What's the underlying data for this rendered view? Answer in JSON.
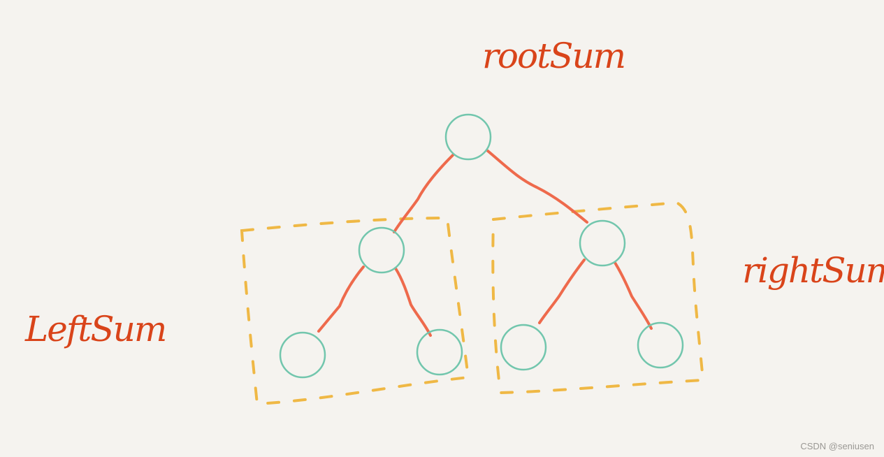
{
  "labels": {
    "root": "rootSum",
    "left": "LeftSum",
    "right": "rightSum"
  },
  "watermark": "CSDN @seniusen",
  "colors": {
    "background": "#f5f3ef",
    "node_stroke": "#72c6ad",
    "edge_stroke": "#ee6a4c",
    "box_stroke": "#efb845",
    "label_text": "#d9441a"
  },
  "tree": {
    "nodes": [
      "root",
      "left",
      "right",
      "left-left",
      "left-right",
      "right-left",
      "right-right"
    ],
    "edges": [
      [
        "root",
        "left"
      ],
      [
        "root",
        "right"
      ],
      [
        "left",
        "left-left"
      ],
      [
        "left",
        "left-right"
      ],
      [
        "right",
        "right-left"
      ],
      [
        "right",
        "right-right"
      ]
    ],
    "groups": [
      {
        "name": "left-subtree",
        "label": "LeftSum"
      },
      {
        "name": "right-subtree",
        "label": "rightSum"
      }
    ]
  }
}
